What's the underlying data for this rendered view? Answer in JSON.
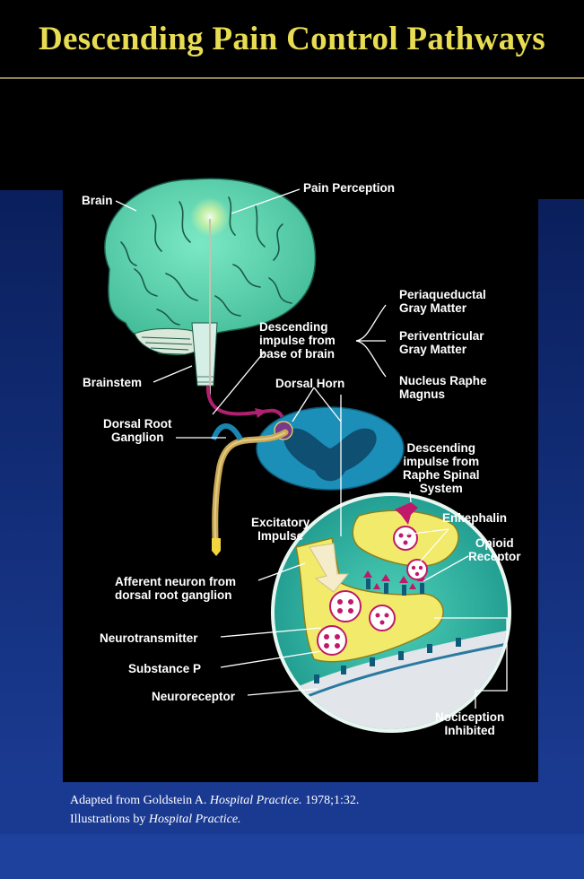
{
  "title": "Descending Pain Control Pathways",
  "labels": {
    "brain": "Brain",
    "pain_perception": "Pain Perception",
    "brainstem": "Brainstem",
    "descending_base_1": "Descending",
    "descending_base_2": "impulse from",
    "descending_base_3": "base of brain",
    "pag_1": "Periaqueductal",
    "pag_2": "Gray Matter",
    "pvg_1": "Periventricular",
    "pvg_2": "Gray Matter",
    "nrm_1": "Nucleus Raphe",
    "nrm_2": "Magnus",
    "dorsal_horn": "Dorsal Horn",
    "drg_1": "Dorsal Root",
    "drg_2": "Ganglion",
    "desc_raphe_1": "Descending",
    "desc_raphe_2": "impulse from",
    "desc_raphe_3": "Raphe Spinal",
    "desc_raphe_4": "System",
    "excitatory_1": "Excitatory",
    "excitatory_2": "Impulse",
    "enkephalin": "Enkephalin",
    "opioid_1": "Opioid",
    "opioid_2": "Receptor",
    "afferent_1": "Afferent neuron from",
    "afferent_2": "dorsal root ganglion",
    "neurotransmitter": "Neurotransmitter",
    "substance_p": "Substance P",
    "neuroreceptor": "Neuroreceptor",
    "nociception_1": "Nociception",
    "nociception_2": "Inhibited"
  },
  "credits": {
    "line1_a": "Adapted from Goldstein A.",
    "line1_journal": "Hospital Practice.",
    "line1_b": "1978;1:32.",
    "line2_a": "Illustrations by",
    "line2_journal": "Hospital Practice."
  },
  "colors": {
    "title": "#e8dd52",
    "background": "#000000",
    "side_blue": "#0c2a7a",
    "brain": "#5cd6b0",
    "spinal_cord": "#1c8fb8",
    "synapse": "#f2ea6a",
    "vesicle": "#c0186a",
    "pathway": "#b02070"
  }
}
